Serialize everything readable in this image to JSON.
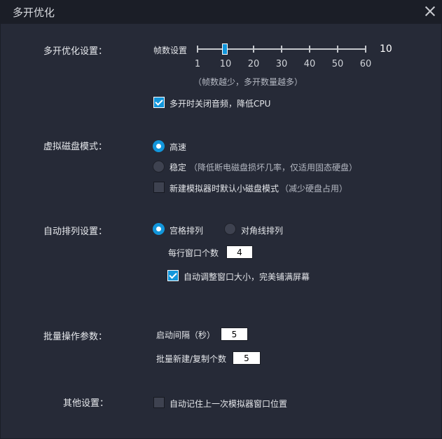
{
  "window": {
    "title": "多开优化"
  },
  "sections": {
    "multi_open": {
      "label": "多开优化设置：",
      "frame_label": "帧数设置",
      "frame_value": "10",
      "tick_labels": [
        "1",
        "10",
        "20",
        "30",
        "40",
        "50",
        "60"
      ],
      "hint": "（帧数越少，多开数量越多）",
      "mute_audio": {
        "label": "多开时关闭音频，降低CPU",
        "checked": true
      }
    },
    "disk": {
      "label": "虚拟磁盘模式：",
      "fast": {
        "label": "高速",
        "checked": true
      },
      "stable": {
        "label": "稳定",
        "hint": "（降低断电磁盘损坏几率，仅适用固态硬盘）",
        "checked": false
      },
      "small_disk": {
        "label": "新建模拟器时默认小磁盘模式",
        "hint": "（减少硬盘占用）",
        "checked": false
      }
    },
    "arrange": {
      "label": "自动排列设置：",
      "grid": {
        "label": "宫格排列",
        "checked": true
      },
      "diagonal": {
        "label": "对角线排列",
        "checked": false
      },
      "per_row_label": "每行窗口个数",
      "per_row_value": "4",
      "auto_resize": {
        "label": "自动调整窗口大小，完美铺满屏幕",
        "checked": true
      }
    },
    "batch": {
      "label": "批量操作参数：",
      "interval_label": "启动间隔（秒）",
      "interval_value": "5",
      "count_label": "批量新建/复制个数",
      "count_value": "5"
    },
    "other": {
      "label": "其他设置：",
      "remember_pos": {
        "label": "自动记住上一次模拟器窗口位置",
        "checked": false
      }
    }
  },
  "colors": {
    "accent": "#1296db",
    "background": "#262a37",
    "titlebar": "#1b1e27"
  }
}
